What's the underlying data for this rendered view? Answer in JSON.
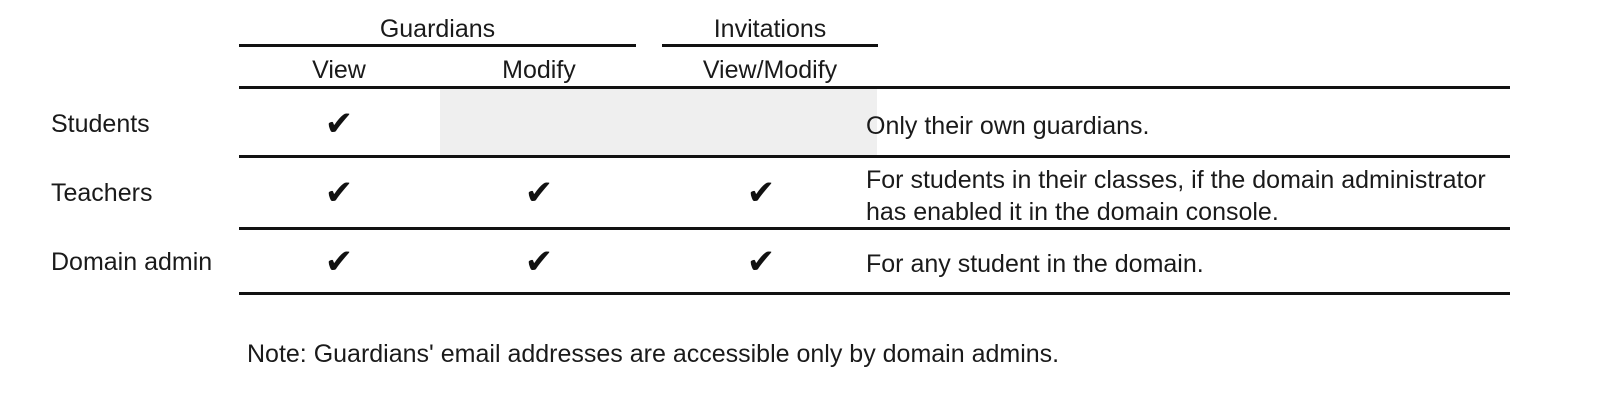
{
  "table": {
    "column_groups": [
      {
        "label": "Guardians",
        "spans": [
          "View",
          "Modify"
        ]
      },
      {
        "label": "Invitations",
        "spans": [
          "View/Modify"
        ]
      }
    ],
    "columns": [
      {
        "key": "view",
        "label": "View"
      },
      {
        "key": "modify",
        "label": "Modify"
      },
      {
        "key": "view_modify",
        "label": "View/Modify"
      }
    ],
    "check_glyph": "✔",
    "rows": [
      {
        "label": "Students",
        "view": "✔",
        "modify": "",
        "view_modify": "",
        "modify_state": "shaded",
        "view_modify_state": "shaded",
        "description": "Only their own guardians."
      },
      {
        "label": "Teachers",
        "view": "✔",
        "modify": "✔",
        "view_modify": "✔",
        "modify_state": "allowed",
        "view_modify_state": "allowed",
        "description_line1": "For students in their classes, if the domain administrator",
        "description_line2": "has enabled it in the domain console."
      },
      {
        "label": "Domain admin",
        "view": "✔",
        "modify": "✔",
        "view_modify": "✔",
        "modify_state": "allowed",
        "view_modify_state": "allowed",
        "description": "For any student in the domain."
      }
    ]
  },
  "footnote": "Note: Guardians' email addresses are accessible only by domain admins.",
  "colors": {
    "rule": "#111111",
    "text": "#1a1a1a",
    "shaded_cell": "#efefef",
    "background": "#ffffff"
  }
}
